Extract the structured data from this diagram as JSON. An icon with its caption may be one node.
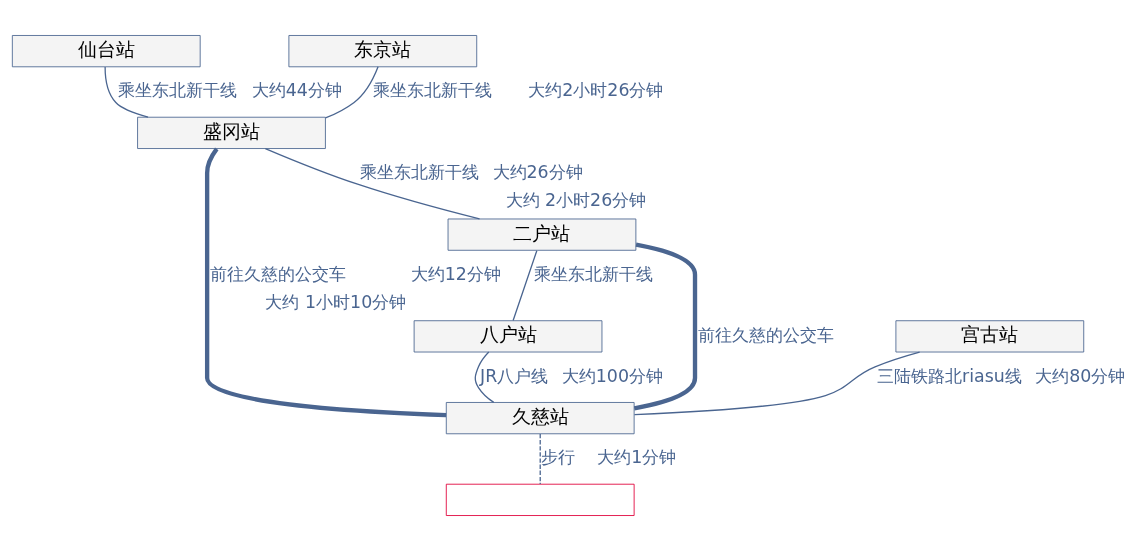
{
  "diagram": {
    "nodes": [
      {
        "text": [
          "仙台站"
        ]
      },
      {
        "text": [
          "东京站"
        ]
      },
      {
        "text": [
          "盛冈站"
        ]
      },
      {
        "text": [
          "二户站"
        ]
      },
      {
        "text": [
          "宫古站"
        ]
      },
      {
        "text": [
          "八户站"
        ]
      },
      {
        "text": [
          "久慈站"
        ]
      },
      {
        "text": [],
        "shape": "box"
      }
    ],
    "edges": [
      {
        "from": 0,
        "to": 2,
        "arrow": "none",
        "label": "乘坐东北新干线"
      },
      {
        "from": 1,
        "to": 2,
        "arrow": "none",
        "label": "乘坐东北新干线"
      },
      {
        "from": 2,
        "to": 3,
        "arrow": "none",
        "label": "乘坐东北新干线"
      },
      {
        "from": 2,
        "to": 6,
        "arrow": "none",
        "label": "前往久慈的公交车",
        "style": "thick"
      },
      {
        "from": 3,
        "to": 6,
        "arrow": "none",
        "label": "前往久慈的公交车",
        "style": "thick"
      },
      {
        "from": 3,
        "to": 5,
        "arrow": "none",
        "label": "乘坐东北新干线"
      },
      {
        "from": 4,
        "to": 6,
        "arrow": "none",
        "label": "三陆铁路北riasu线"
      },
      {
        "from": 5,
        "to": 6,
        "arrow": "none",
        "label": "JR八户线"
      },
      {
        "from": 6,
        "to": 7,
        "arrow": "none",
        "label": "步行",
        "style": "dashed"
      }
    ],
    "labels": [
      "大约44分钟",
      "大约2小时26分钟",
      "大约26分钟",
      "大约 2小时26分钟",
      "大约12分钟",
      "大约 1小时10分钟",
      "大约80分钟",
      "大约100分钟",
      "大约1分钟"
    ]
  }
}
